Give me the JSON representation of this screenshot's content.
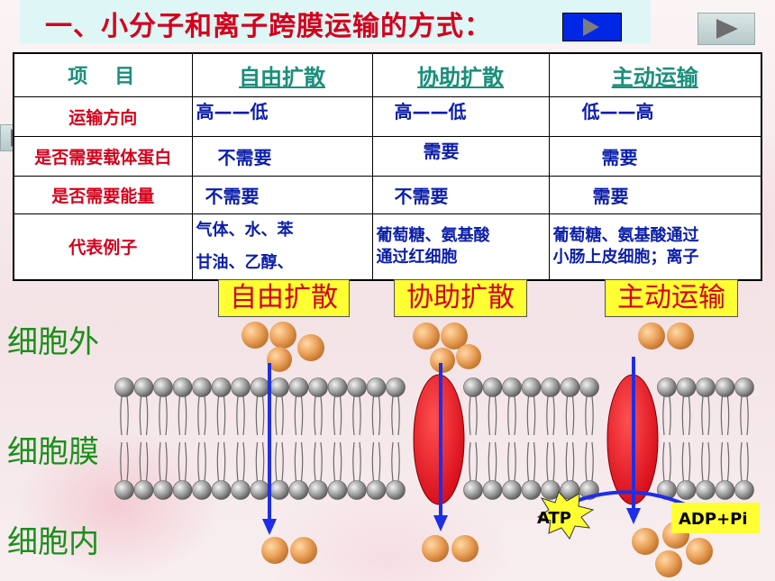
{
  "title": "一、小分子和离子跨膜运输的方式：",
  "table": {
    "header": [
      "项　目",
      "自由扩散",
      "协助扩散",
      "主动运输"
    ],
    "rows": [
      {
        "label": "运输方向",
        "values": [
          "高——低",
          "高——低",
          "低——高"
        ]
      },
      {
        "label": "是否需要载体蛋白",
        "values": [
          "不需要",
          "需要",
          "需要"
        ]
      },
      {
        "label": "是否需要能量",
        "values": [
          "不需要",
          "不需要",
          "需要"
        ]
      },
      {
        "label": "代表例子",
        "values": [
          "气体、水、苯\n甘油、乙醇、",
          "葡萄糖、氨基酸\n通过红细胞",
          "葡萄糖、氨基酸通过\n小肠上皮细胞；离子"
        ]
      }
    ]
  },
  "diagram": {
    "tags": [
      "自由扩散",
      "协助扩散",
      "主动运输"
    ],
    "side_labels": [
      "细胞外",
      "细胞膜",
      "细胞内"
    ],
    "atp": "ATP",
    "adp": "ADP+Pi"
  },
  "colors": {
    "title": "#d4001c",
    "header": "#1a8f7a",
    "value": "#0b1eaa",
    "protein": "#e8101a",
    "arrow": "#1e2ee6",
    "tag_bg": "#ffff33",
    "side_label": "#1a8f1a"
  }
}
